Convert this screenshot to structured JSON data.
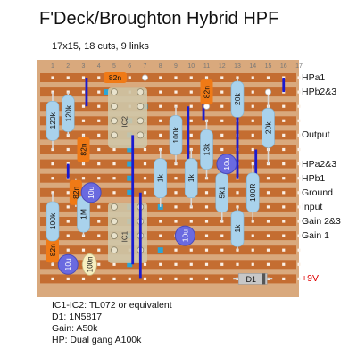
{
  "title": "F'Deck/Broughton Hybrid HPF",
  "subtitle": "17x15, 18 cuts, 9 links",
  "column_numbers": [
    "1",
    "2",
    "3",
    "4",
    "5",
    "6",
    "7",
    "8",
    "9",
    "10",
    "11",
    "12",
    "13",
    "14",
    "15",
    "16",
    "17"
  ],
  "connections": [
    {
      "label": "HPa1",
      "color": "normal"
    },
    {
      "label": "HPb2&3",
      "color": "normal"
    },
    {
      "label": "Output",
      "color": "normal"
    },
    {
      "label": "HPa2&3",
      "color": "normal"
    },
    {
      "label": "HPb1",
      "color": "normal"
    },
    {
      "label": "Ground",
      "color": "normal"
    },
    {
      "label": "Input",
      "color": "normal"
    },
    {
      "label": "Gain 2&3",
      "color": "normal"
    },
    {
      "label": "Gain 1",
      "color": "normal"
    },
    {
      "label": "+9V",
      "color": "red"
    }
  ],
  "colors": {
    "board": "#d9a97d",
    "strip": "#c46d31",
    "hole": "#fbf0e6",
    "cut": "#2aa6d8",
    "link": "#1a1ad0",
    "resistor": "#a9d2ec",
    "film_cap": "#f07a16",
    "electrolytic": "#6a6ae0",
    "ceramic": "#f7efc0",
    "ic_strip": "#cfc6a8",
    "diode": "#c7c7c7"
  },
  "components": {
    "film_caps": [
      "82n",
      "82n",
      "82n",
      "82n",
      "82n"
    ],
    "resistors": [
      "120k",
      "120k",
      "100k",
      "1M",
      "100k",
      "1k",
      "13k",
      "20k",
      "20k",
      "1k",
      "5k1",
      "100R",
      "1k"
    ],
    "electrolytics": [
      "10u",
      "10u",
      "10u",
      "10u"
    ],
    "ceramics": [
      "100n"
    ],
    "ics": [
      "IC2",
      "IC1"
    ],
    "diodes": [
      "D1"
    ]
  },
  "notes": [
    "IC1-IC2: TL072 or equivalent",
    "D1: 1N5817",
    "Gain: A50k",
    "HP: Dual gang A100k"
  ]
}
